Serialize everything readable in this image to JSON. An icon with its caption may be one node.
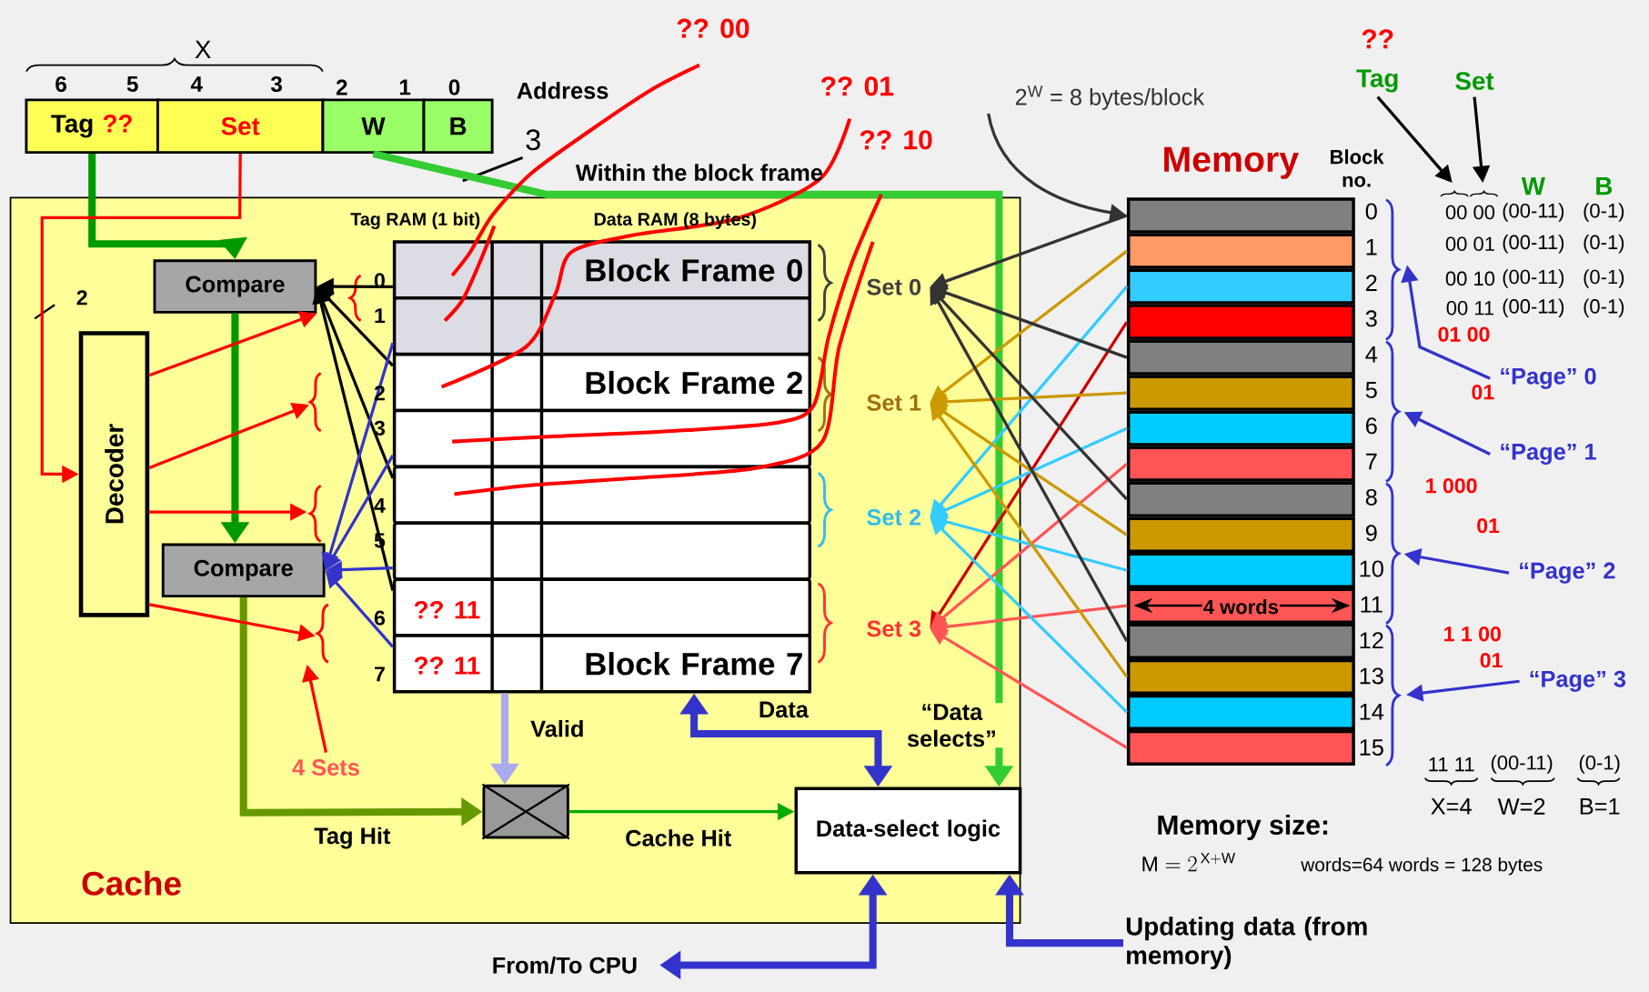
{
  "diagram": {
    "nodes": [
      {
        "text": [
          "Tag",
          "??"
        ]
      },
      {
        "text": [
          "Set"
        ]
      },
      {
        "text": [
          "W"
        ]
      },
      {
        "text": [
          "B"
        ]
      },
      {
        "text": [
          "Cache"
        ]
      },
      {
        "text": [
          "Compare"
        ],
        "in": 4
      },
      {
        "text": [
          "Compare"
        ],
        "in": 4
      },
      {
        "text": [
          "Decoder"
        ],
        "in": 4
      },
      {
        "text": [
          "Block Frame 0"
        ],
        "in": 4
      },
      {
        "text": [],
        "shape": "box",
        "in": 4
      },
      {
        "text": [
          "Block Frame 2"
        ],
        "in": 4
      },
      {
        "text": [],
        "shape": "box",
        "in": 4
      },
      {
        "text": [],
        "shape": "box",
        "in": 4
      },
      {
        "text": [],
        "shape": "box",
        "in": 4
      },
      {
        "text": [],
        "shape": "box",
        "in": 4
      },
      {
        "text": [
          "Block Frame 7"
        ],
        "in": 4
      },
      {
        "text": [],
        "shape": "box",
        "in": 4
      },
      {
        "text": [
          "Data-select logic"
        ],
        "in": 4
      },
      {
        "text": [
          "Set 0"
        ],
        "in": 4
      },
      {
        "text": [
          "Set 1"
        ],
        "in": 4
      },
      {
        "text": [
          "Set 2"
        ],
        "in": 4
      },
      {
        "text": [
          "Set 3"
        ],
        "in": 4
      },
      {
        "text": [
          "4 Sets"
        ],
        "in": 4
      },
      {
        "text": [
          "2$^{W}$ = 8 bytes/block"
        ]
      },
      {
        "text": [],
        "shape": "bar"
      },
      {
        "text": [],
        "shape": "bar"
      },
      {
        "text": [],
        "shape": "bar"
      },
      {
        "text": [],
        "shape": "bar"
      },
      {
        "text": [],
        "shape": "bar"
      },
      {
        "text": [],
        "shape": "bar"
      },
      {
        "text": [],
        "shape": "bar"
      },
      {
        "text": [],
        "shape": "bar"
      },
      {
        "text": [],
        "shape": "bar"
      },
      {
        "text": [],
        "shape": "bar"
      },
      {
        "text": [],
        "shape": "bar"
      },
      {
        "text": [],
        "shape": "bar"
      },
      {
        "text": [],
        "shape": "bar"
      },
      {
        "text": [],
        "shape": "bar"
      },
      {
        "text": [],
        "shape": "bar"
      },
      {
        "text": [],
        "shape": "bar"
      },
      {
        "text": [
          "Tag"
        ]
      },
      {
        "text": [
          "Set"
        ]
      },
      {
        "text": [
          "“Page” 0"
        ]
      },
      {
        "text": [
          "“Page” 1"
        ]
      },
      {
        "text": [
          "“Page” 2"
        ]
      },
      {
        "text": [
          "“Page” 3"
        ]
      },
      {
        "text": [
          "Updating data (from memory)"
        ]
      },
      {
        "text": [
          "From/To CPU"
        ]
      }
    ],
    "edges": [
      {
        "from": 0,
        "to": 5,
        "arrow": "to",
        "style": "thick",
        "color": "#009900"
      },
      {
        "from": 1,
        "to": 7,
        "arrow": "to",
        "color": "#ff0000"
      },
      {
        "from": 2,
        "to": 17,
        "arrow": "to",
        "style": "thick",
        "color": "#33cc33",
        "label": "“Data selects”"
      },
      {
        "from": 5,
        "to": 6,
        "arrow": "to",
        "style": "thick",
        "color": "#009900"
      },
      {
        "from": 6,
        "to": 16,
        "arrow": "to",
        "style": "thick",
        "color": "#669900",
        "label": "Tag Hit"
      },
      {
        "from": 16,
        "to": 17,
        "arrow": "to",
        "color": "#00aa00",
        "label": "Cache Hit"
      },
      {
        "from": 15,
        "to": 17,
        "arrow": "both",
        "style": "thick",
        "color": "#3333cc",
        "label": "Data"
      },
      {
        "from": 8,
        "to": 5,
        "arrow": "to",
        "color": "#000000"
      },
      {
        "from": 10,
        "to": 5,
        "arrow": "to",
        "color": "#000000"
      },
      {
        "from": 12,
        "to": 5,
        "arrow": "to",
        "color": "#000000"
      },
      {
        "from": 14,
        "to": 5,
        "arrow": "to",
        "color": "#000000"
      },
      {
        "from": 9,
        "to": 6,
        "arrow": "to",
        "color": "#3333cc"
      },
      {
        "from": 11,
        "to": 6,
        "arrow": "to",
        "color": "#3333cc"
      },
      {
        "from": 13,
        "to": 6,
        "arrow": "to",
        "color": "#3333cc"
      },
      {
        "from": 15,
        "to": 6,
        "arrow": "to",
        "color": "#3333cc"
      },
      {
        "from": 7,
        "to": 5,
        "arrow": "to",
        "color": "#ff0000"
      },
      {
        "from": 7,
        "to": null,
        "arrow": "to",
        "color": "#ff0000"
      },
      {
        "from": 7,
        "to": null,
        "arrow": "to",
        "color": "#ff0000"
      },
      {
        "from": 7,
        "to": null,
        "arrow": "to",
        "color": "#ff0000"
      },
      {
        "from": 22,
        "to": null,
        "arrow": "to",
        "color": "#ff0000"
      },
      {
        "from": 24,
        "to": 18,
        "arrow": "to",
        "color": "#333333"
      },
      {
        "from": 25,
        "to": 19,
        "arrow": "to",
        "color": "#cc9900"
      },
      {
        "from": 26,
        "to": 20,
        "arrow": "to",
        "color": "#33ccff"
      },
      {
        "from": 27,
        "to": 21,
        "arrow": "to",
        "color": "#cc0000"
      },
      {
        "from": 28,
        "to": 18,
        "arrow": "to",
        "color": "#333333"
      },
      {
        "from": 29,
        "to": 19,
        "arrow": "to",
        "color": "#cc9900"
      },
      {
        "from": 30,
        "to": 20,
        "arrow": "to",
        "color": "#33ccff"
      },
      {
        "from": 31,
        "to": 21,
        "arrow": "to",
        "color": "#ff5555"
      },
      {
        "from": 32,
        "to": 18,
        "arrow": "to",
        "color": "#333333"
      },
      {
        "from": 33,
        "to": 19,
        "arrow": "to",
        "color": "#cc9900"
      },
      {
        "from": 34,
        "to": 20,
        "arrow": "to",
        "color": "#33ccff"
      },
      {
        "from": 35,
        "to": 21,
        "arrow": "to",
        "color": "#ff5555"
      },
      {
        "from": 36,
        "to": 18,
        "arrow": "to",
        "color": "#333333"
      },
      {
        "from": 37,
        "to": 19,
        "arrow": "to",
        "color": "#cc9900"
      },
      {
        "from": 38,
        "to": 20,
        "arrow": "to",
        "color": "#33ccff"
      },
      {
        "from": 39,
        "to": 21,
        "arrow": "to",
        "color": "#ff5555"
      },
      {
        "from": 23,
        "to": 24,
        "arrow": "to",
        "color": "#333333"
      },
      {
        "from": 40,
        "to": null,
        "arrow": "to",
        "color": "#000000"
      },
      {
        "from": 41,
        "to": null,
        "arrow": "to",
        "color": "#000000"
      },
      {
        "from": 42,
        "to": null,
        "arrow": "to",
        "color": "#3333cc"
      },
      {
        "from": 43,
        "to": null,
        "arrow": "to",
        "color": "#3333cc"
      },
      {
        "from": 44,
        "to": null,
        "arrow": "to",
        "color": "#3333cc"
      },
      {
        "from": 45,
        "to": null,
        "arrow": "to",
        "color": "#3333cc"
      },
      {
        "from": 46,
        "to": 17,
        "arrow": "to",
        "style": "thick",
        "color": "#3333cc"
      },
      {
        "from": 47,
        "to": 17,
        "arrow": "both",
        "style": "thick",
        "color": "#3333cc"
      },
      {
        "from": 15,
        "to": 16,
        "arrow": "to",
        "style": "thick",
        "color": "#aaaaee"
      }
    ],
    "labels": [
      "X",
      "6",
      "5",
      "4",
      "3",
      "2",
      "1",
      "0",
      "Address",
      "?? 00",
      "?? 01",
      "?? 10",
      "??",
      "3",
      "Within the block frame",
      "Tag RAM (1 bit)",
      "Data RAM (8 bytes)",
      "Memory",
      "Block no.",
      "W",
      "B",
      "0",
      "1",
      "2",
      "3",
      "4",
      "5",
      "6",
      "7",
      "?? 11",
      "?? 11",
      "2",
      "0",
      "1",
      "2",
      "3",
      "4",
      "5",
      "6",
      "7",
      "8",
      "9",
      "10",
      "11",
      "12",
      "13",
      "14",
      "15",
      "00 00",
      "(00-11)",
      "(0-1)",
      "00 01",
      "(00-11)",
      "(0-1)",
      "00 10",
      "(00-11)",
      "(0-1)",
      "00 11",
      "(00-11)",
      "(0-1)",
      "01 00",
      "01",
      "1 000",
      "01",
      "1 1 00",
      "01",
      "11 11",
      "(00-11)",
      "(0-1)",
      "X=4",
      "W=2",
      "B=1",
      "Memory size:",
      "\\mathrm{M}=2^{\\,\\mathrm{X + W}}",
      "4 words",
      "Valid",
      "words=64 words = 128 bytes"
    ]
  }
}
